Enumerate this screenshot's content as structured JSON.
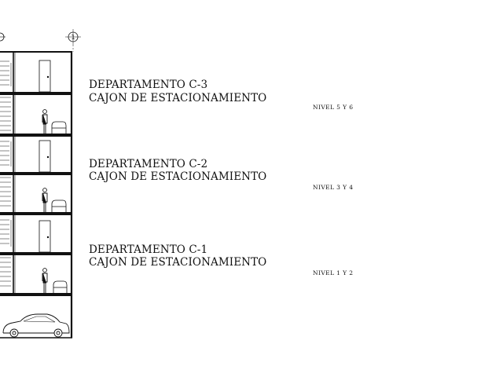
{
  "grid_marker": {
    "label": "1"
  },
  "units": [
    {
      "title": "DEPARTAMENTO C-3",
      "subtitle": "CAJON DE ESTACIONAMIENTO",
      "level": "NIVEL 5 Y 6"
    },
    {
      "title": "DEPARTAMENTO C-2",
      "subtitle": "CAJON DE ESTACIONAMIENTO",
      "level": "NIVEL 3 Y 4"
    },
    {
      "title": "DEPARTAMENTO C-1",
      "subtitle": "CAJON DE ESTACIONAMIENTO",
      "level": "NIVEL 1 Y 2"
    }
  ]
}
